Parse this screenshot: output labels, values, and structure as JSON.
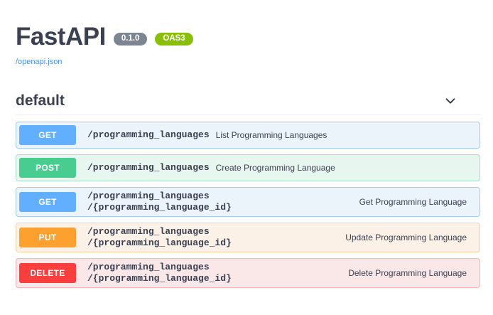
{
  "header": {
    "title": "FastAPI",
    "version_badge": "0.1.0",
    "oas_badge": "OAS3",
    "spec_link": "/openapi.json"
  },
  "tag": {
    "name": "default",
    "toggle_icon": "chevron-down-icon"
  },
  "operations": [
    {
      "method": "GET",
      "path": "/programming_languages",
      "summary": "List Programming Languages",
      "two_line": false,
      "method_color": "#61affe",
      "row_bg": "#ebf3fb",
      "row_border": "#a5cdf1"
    },
    {
      "method": "POST",
      "path": "/programming_languages",
      "summary": "Create Programming Language",
      "two_line": false,
      "method_color": "#49cc90",
      "row_bg": "#e8f6f0",
      "row_border": "#a6dfc5"
    },
    {
      "method": "GET",
      "path": "/programming_languages\n/{programming_language_id}",
      "summary": "Get Programming Language",
      "two_line": true,
      "method_color": "#61affe",
      "row_bg": "#ebf3fb",
      "row_border": "#a5cdf1"
    },
    {
      "method": "PUT",
      "path": "/programming_languages\n/{programming_language_id}",
      "summary": "Update Programming Language",
      "two_line": true,
      "method_color": "#fca130",
      "row_bg": "#fbf1e6",
      "row_border": "#f4d3a5"
    },
    {
      "method": "DELETE",
      "path": "/programming_languages\n/{programming_language_id}",
      "summary": "Delete Programming Language",
      "two_line": true,
      "method_color": "#f93e3e",
      "row_bg": "#fae7e7",
      "row_border": "#f0b3b3"
    }
  ]
}
